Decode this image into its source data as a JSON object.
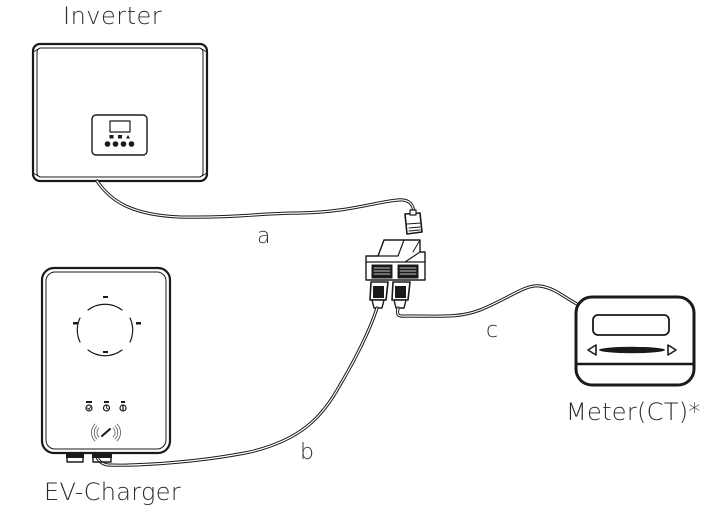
{
  "diagram": {
    "devices": {
      "inverter": {
        "label": "Inverter"
      },
      "ev_charger": {
        "label": "EV-Charger"
      },
      "meter": {
        "label": "Meter(CT)*"
      }
    },
    "cables": [
      {
        "id": "a",
        "label": "a",
        "from": "Inverter",
        "to": "RJ45 splitter"
      },
      {
        "id": "b",
        "label": "b",
        "from": "EV-Charger",
        "to": "RJ45 splitter"
      },
      {
        "id": "c",
        "label": "c",
        "from": "Meter(CT)*",
        "to": "RJ45 splitter"
      }
    ],
    "colors": {
      "line": "#1a1a1a",
      "text": "#2b2b2b",
      "background": "#ffffff"
    }
  }
}
